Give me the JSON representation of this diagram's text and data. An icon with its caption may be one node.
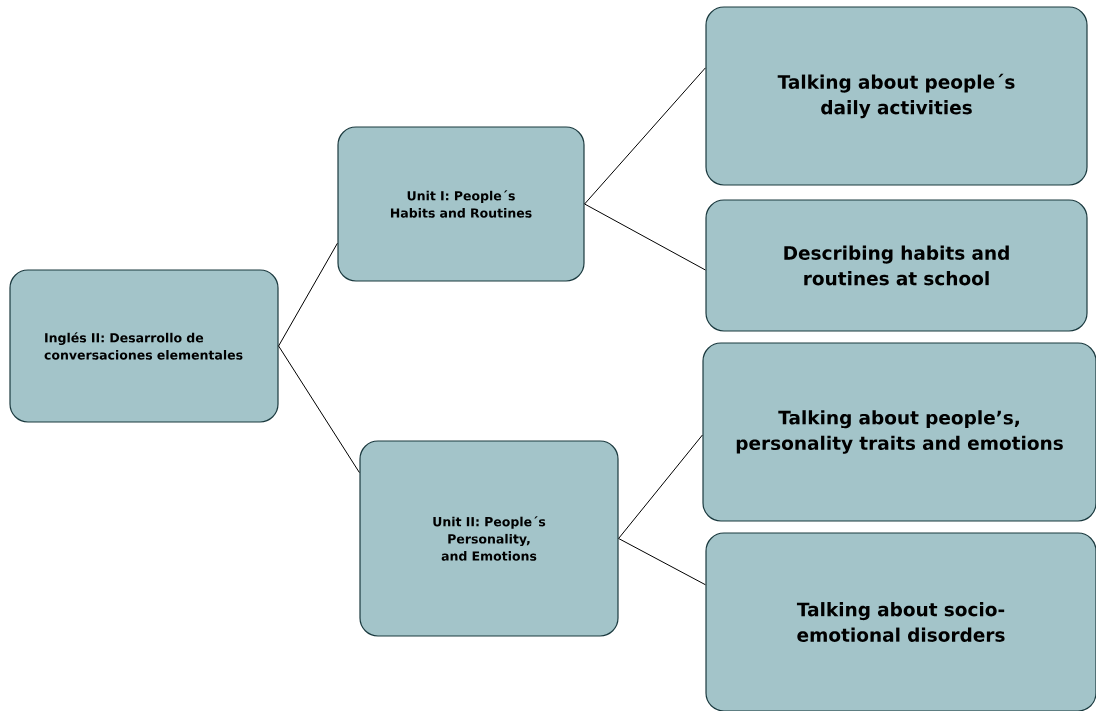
{
  "diagram": {
    "nodes": [
      {
        "text": [
          "Inglés II: Desarrollo de conversaciones elementales"
        ]
      },
      {
        "text": [
          "Unit I: People´s Habits and Routines"
        ]
      },
      {
        "text": [
          "Unit II: People´s Personality, and Emotions"
        ]
      },
      {
        "text": [
          "Talking about people´s daily activities"
        ]
      },
      {
        "text": [
          "Describing habits and routines at school"
        ]
      },
      {
        "text": [
          "Talking about people’s, personality traits and emotions"
        ]
      },
      {
        "text": [
          "Talking about socio-emotional disorders"
        ]
      }
    ],
    "edges": [
      {
        "from": 0,
        "to": 1,
        "arrow": "none"
      },
      {
        "from": 0,
        "to": 2,
        "arrow": "none"
      },
      {
        "from": 1,
        "to": 3,
        "arrow": "none"
      },
      {
        "from": 1,
        "to": 4,
        "arrow": "none"
      },
      {
        "from": 2,
        "to": 5,
        "arrow": "none"
      },
      {
        "from": 2,
        "to": 6,
        "arrow": "none"
      }
    ]
  }
}
